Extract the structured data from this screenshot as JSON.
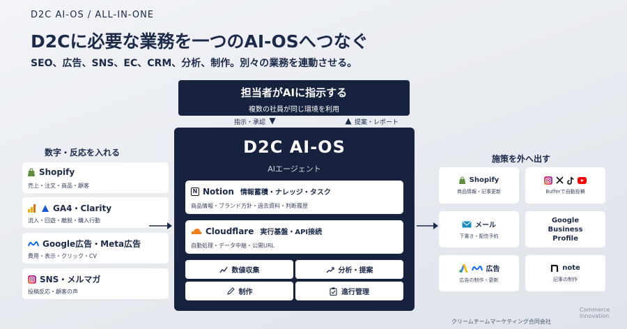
{
  "header": {
    "eyebrow": "D2C AI-OS / ALL-IN-ONE",
    "title": "D2Cに必要な業務を一つのAI-OSへつなぐ",
    "subtitle": "SEO、広告、SNS、EC、CRM、分析、制作。別々の業務を連動させる。"
  },
  "operator": {
    "title": "担当者がAIに指示する",
    "sub": "複数の社員が同じ環境を利用",
    "down_label": "指示・承認",
    "up_label": "提案・レポート"
  },
  "core": {
    "title": "D2C AI-OS",
    "sub": "AIエージェント",
    "tools": [
      {
        "name": "Notion",
        "tag": "情報蓄積・ナレッジ・タスク",
        "desc": "商品情報・ブランド方針・過去資料・判断履歴"
      },
      {
        "name": "Cloudflare",
        "tag": "実行基盤・API接続",
        "desc": "自動処理・データ中継・公開URL"
      }
    ],
    "buttons": [
      "数値収集",
      "分析・提案",
      "制作",
      "進行管理"
    ]
  },
  "inputs": {
    "heading": "数字・反応を入れる",
    "items": [
      {
        "name": "Shopify",
        "desc": "売上・注文・商品・顧客"
      },
      {
        "name": "GA4・Clarity",
        "desc": "流入・回遊・離脱・購入行動"
      },
      {
        "name": "Google広告・Meta広告",
        "desc": "費用・表示・クリック・CV"
      },
      {
        "name": "SNS・メルマガ",
        "desc": "投稿反応・顧客の声"
      }
    ]
  },
  "outputs": {
    "heading": "施策を外へ出す",
    "items": [
      {
        "name": "Shopify",
        "desc": "商品情報・記事更新"
      },
      {
        "name": "",
        "desc": "Bufferで自動投稿"
      },
      {
        "name": "メール",
        "desc": "下書き・配信予約"
      },
      {
        "name": "Google Business Profile",
        "desc": ""
      },
      {
        "name": "広告",
        "desc": "広告の制作・更新"
      },
      {
        "name": "note",
        "desc": "記事の制作"
      }
    ]
  },
  "footer": "クリームチームマーケティング合同会社",
  "corner_logo": [
    "Commerce",
    "Innovation"
  ],
  "colors": {
    "navy": "#17223e",
    "shopify": "#5e8e3e",
    "meta": "#0866ff",
    "cloudflare": "#f38020"
  }
}
